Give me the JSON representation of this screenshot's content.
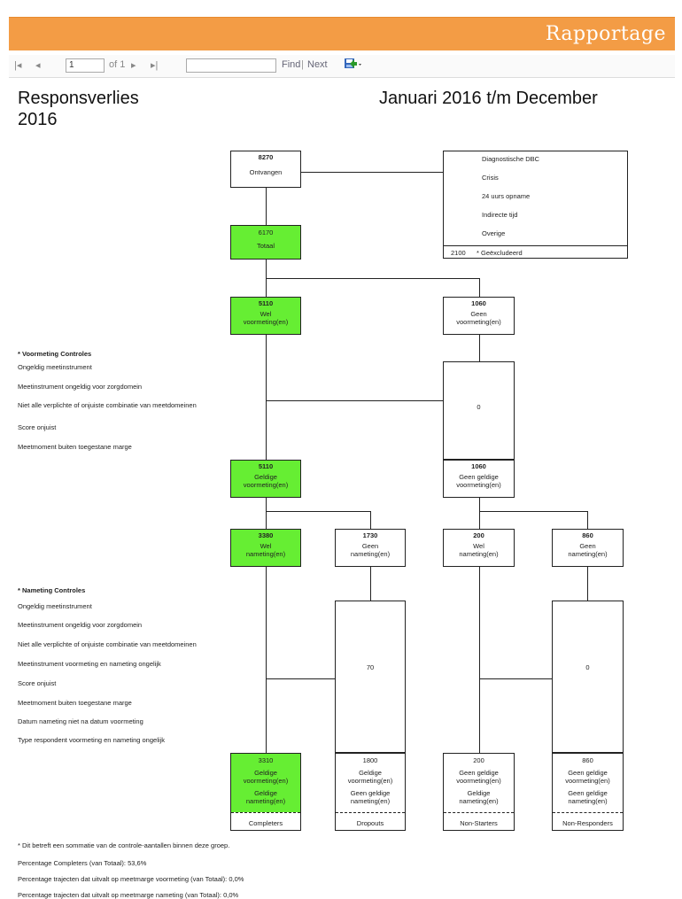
{
  "header": {
    "title": "Rapportage"
  },
  "toolbar": {
    "first_icon": "first-page-icon",
    "prev_icon": "prev-page-icon",
    "page_value": "1",
    "of_label": "of 1",
    "next_icon": "next-page-icon",
    "last_icon": "last-page-icon",
    "find_placeholder": "",
    "find_label": "Find",
    "sep": "|",
    "next_label": "Next",
    "export_icon": "export-disk-icon"
  },
  "report": {
    "title_line1": "Responsverlies",
    "title_line2": "2016",
    "period": "Januari 2016 t/m December"
  },
  "nodes": {
    "ontvangen": {
      "n": "8270",
      "t": "Ontvangen"
    },
    "excl": {
      "items": [
        "Diagnostische DBC",
        "Crisis",
        "24 uurs opname",
        "Indirecte tijd",
        "Overige"
      ],
      "total": "2100",
      "total_label": "* Geëxcludeerd"
    },
    "totaal": {
      "n": "6170",
      "t": "Totaal"
    },
    "wel_voor": {
      "n": "5110",
      "t1": "Wel",
      "t2": "voormeting(en)"
    },
    "geen_voor": {
      "n": "1060",
      "t1": "Geen",
      "t2": "voormeting(en)"
    },
    "voor_ctrl": {
      "n": "0"
    },
    "geldig_voor": {
      "n": "5110",
      "t1": "Geldige",
      "t2": "voormeting(en)"
    },
    "geen_geldig_voor": {
      "n": "1060",
      "t1": "Geen geldige",
      "t2": "voormeting(en)"
    },
    "wel_na": {
      "n": "3380",
      "t1": "Wel",
      "t2": "nameting(en)"
    },
    "geen_na": {
      "n": "1730",
      "t1": "Geen",
      "t2": "nameting(en)"
    },
    "wel_na2": {
      "n": "200",
      "t1": "Wel",
      "t2": "nameting(en)"
    },
    "geen_na2": {
      "n": "860",
      "t1": "Geen",
      "t2": "nameting(en)"
    },
    "na_ctrl1": {
      "n": "70"
    },
    "na_ctrl2": {
      "n": "0"
    },
    "completers": {
      "n": "3310",
      "a1": "Geldige",
      "a2": "voormeting(en)",
      "b1": "Geldige",
      "b2": "nameting(en)",
      "label": "Completers"
    },
    "dropouts": {
      "n": "1800",
      "a1": "Geldige",
      "a2": "voormeting(en)",
      "b1": "Geen geldige",
      "b2": "nameting(en)",
      "label": "Dropouts"
    },
    "nonstarters": {
      "n": "200",
      "a1": "Geen geldige",
      "a2": "voormeting(en)",
      "b1": "Geldige",
      "b2": "nameting(en)",
      "label": "Non-Starters"
    },
    "nonresponders": {
      "n": "860",
      "a1": "Geen geldige",
      "a2": "voormeting(en)",
      "b1": "Geen geldige",
      "b2": "nameting(en)",
      "label": "Non-Responders"
    }
  },
  "voormeting_controles": {
    "heading": "* Voormeting Controles",
    "items": [
      "Ongeldig meetinstrument",
      "Meetinstrument ongeldig voor zorgdomein",
      "Niet alle verplichte of onjuiste combinatie van meetdomeinen",
      "Score onjuist",
      "Meetmoment buiten toegestane marge"
    ]
  },
  "nameting_controles": {
    "heading": "* Nameting Controles",
    "items": [
      "Ongeldig meetinstrument",
      "Meetinstrument ongeldig voor zorgdomein",
      "Niet alle verplichte of onjuiste combinatie van meetdomeinen",
      "Meetinstrument voormeting en nameting ongelijk",
      "Score onjuist",
      "Meetmoment buiten toegestane marge",
      "Datum nameting niet na datum voormeting",
      "Type respondent voormeting en nameting ongelijk"
    ]
  },
  "footer": {
    "note": "* Dit betreft een sommatie van de controle-aantallen binnen deze groep.",
    "pct1": "Percentage Completers (van Totaal): 53,6%",
    "pct2": "Percentage trajecten dat uitvalt op meetmarge voormeting (van Totaal): 0,0%",
    "pct3": "Percentage trajecten dat uitvalt op meetmarge nameting (van Totaal): 0,0%"
  },
  "colors": {
    "banner": "#f39c45",
    "green": "#66ee33"
  }
}
